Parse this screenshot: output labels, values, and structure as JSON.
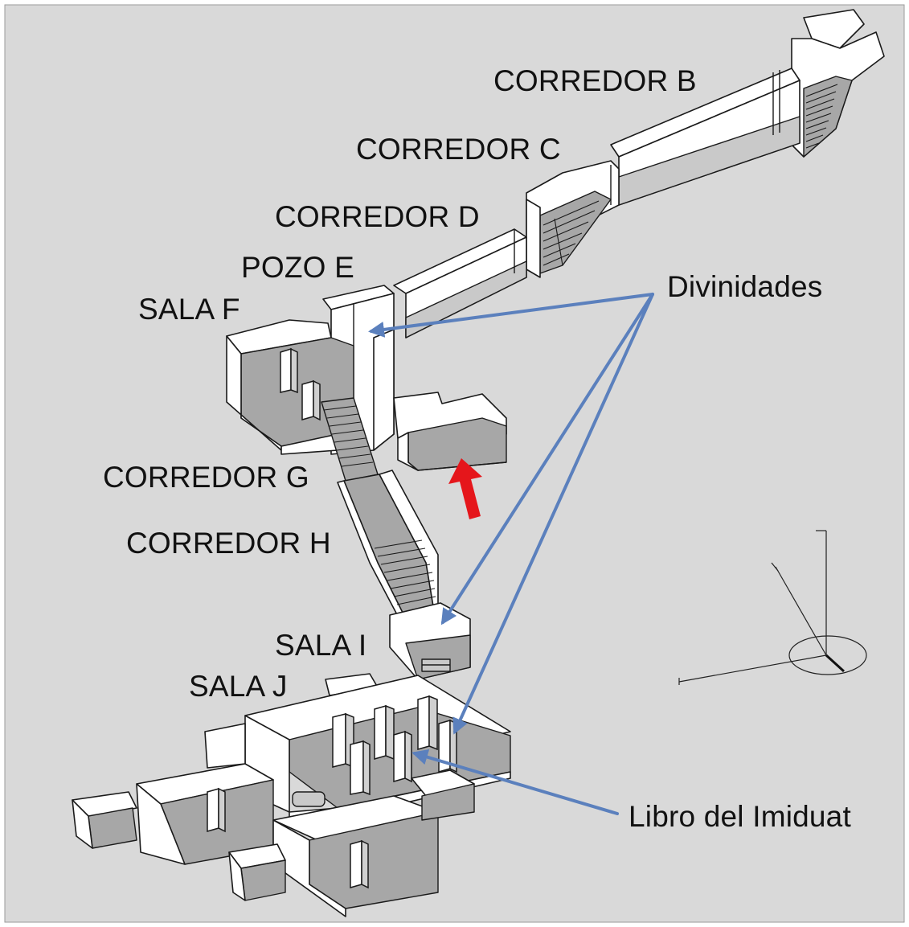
{
  "colors": {
    "background": "#d9d9d9",
    "annotation_arrow": "#5b80bd",
    "red_arrow": "#e5161b"
  },
  "labels": {
    "corredor_b": "CORREDOR B",
    "corredor_c": "CORREDOR C",
    "corredor_d": "CORREDOR D",
    "pozo_e": "POZO E",
    "sala_f": "SALA F",
    "corredor_g": "CORREDOR G",
    "corredor_h": "CORREDOR H",
    "sala_i": "SALA I",
    "sala_j": "SALA J",
    "divinidades": "Divinidades",
    "libro_del_imiduat": "Libro del Imiduat"
  },
  "icons": {
    "red_arrow": "red-arrow-icon",
    "scale_indicator": "axis-scale-icon"
  }
}
